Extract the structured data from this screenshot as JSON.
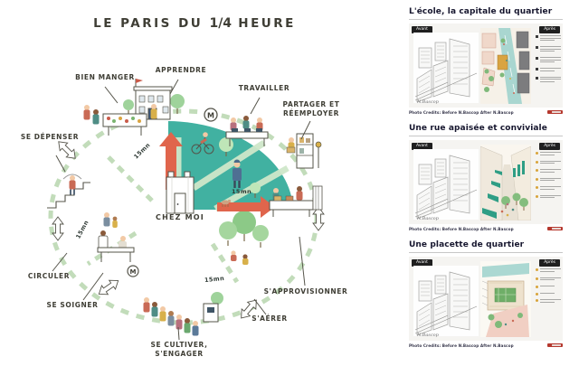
{
  "illustration": {
    "title_prefix": "LE PARIS DU",
    "title_fraction": "1/4",
    "title_suffix": "HEURE",
    "center_label": "CHEZ MOI",
    "time_label": "15mn",
    "metro_letter": "M",
    "activities": [
      "BIEN MANGER",
      "APPRENDRE",
      "TRAVAILLER",
      "PARTAGER ET RÉEMPLOYER",
      "SE DÉPENSER",
      "CIRCULER",
      "SE SOIGNER",
      "SE CULTIVER, S'ENGAGER",
      "S'AÉRER",
      "S'APPROVISIONNER"
    ]
  },
  "panels": [
    {
      "title": "L'école, la capitale du quartier",
      "before_label": "Avant",
      "after_label": "Après",
      "signature": "N.Bascop",
      "credits": "Photo Credits: Before N.Bascop After N.Bascop"
    },
    {
      "title": "Une rue apaisée et conviviale",
      "before_label": "Avant",
      "after_label": "Après",
      "signature": "N.Bascop",
      "credits": "Photo Credits: Before N.Bascop After N.Bascop"
    },
    {
      "title": "Une placette de quartier",
      "before_label": "Avant",
      "after_label": "Après",
      "signature": "N.Bascop",
      "credits": "Photo Credits: Before N.Bascop After N.Bascop"
    }
  ],
  "colors": {
    "zone_teal": "#41b1a1",
    "arrow_red": "#e0654c",
    "path_green": "#c2dcba",
    "badge_black": "#1f1f1f",
    "title_navy": "#16162e",
    "logo_red": "#b5382e",
    "awning_green": "#2f9e85"
  }
}
